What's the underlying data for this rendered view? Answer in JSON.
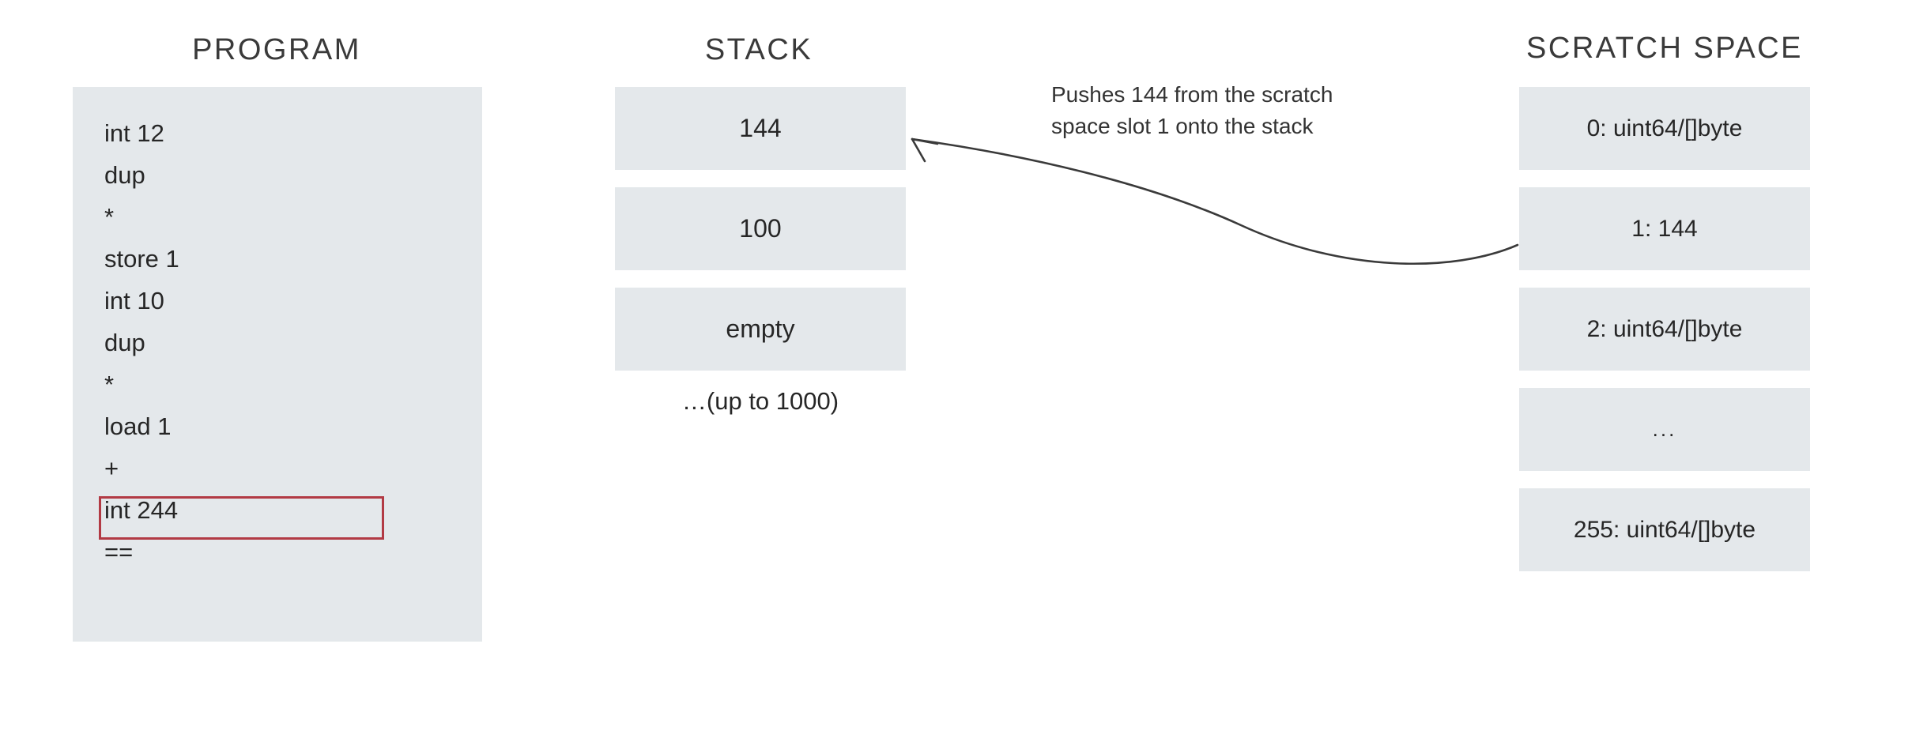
{
  "columns": {
    "program": {
      "header": "PROGRAM",
      "instructions": [
        {
          "text": "int 12",
          "highlighted": false
        },
        {
          "text": "dup",
          "highlighted": false
        },
        {
          "text": "*",
          "highlighted": false
        },
        {
          "text": "store 1",
          "highlighted": false
        },
        {
          "text": "int 10",
          "highlighted": false
        },
        {
          "text": "dup",
          "highlighted": false
        },
        {
          "text": "*",
          "highlighted": false
        },
        {
          "text": "load 1",
          "highlighted": true
        },
        {
          "text": "+",
          "highlighted": false
        },
        {
          "text": "int 244",
          "highlighted": false
        },
        {
          "text": "==",
          "highlighted": false
        }
      ],
      "highlight_color": "#b23a44"
    },
    "stack": {
      "header": "STACK",
      "cells": [
        "144",
        "100",
        "empty"
      ],
      "footnote": "…(up to 1000)"
    },
    "scratch_space": {
      "header": "SCRATCH SPACE",
      "slots": [
        "0: uint64/[]byte",
        "1: 144",
        "2: uint64/[]byte",
        "...",
        "255: uint64/[]byte"
      ]
    }
  },
  "annotation": {
    "line1": "Pushes 144 from the scratch",
    "line2": "space slot 1 onto the stack"
  },
  "palette": {
    "panel_fill": "#e4e8eb",
    "background": "#ffffff",
    "text": "#262626",
    "arrow": "#3a3a3a"
  }
}
